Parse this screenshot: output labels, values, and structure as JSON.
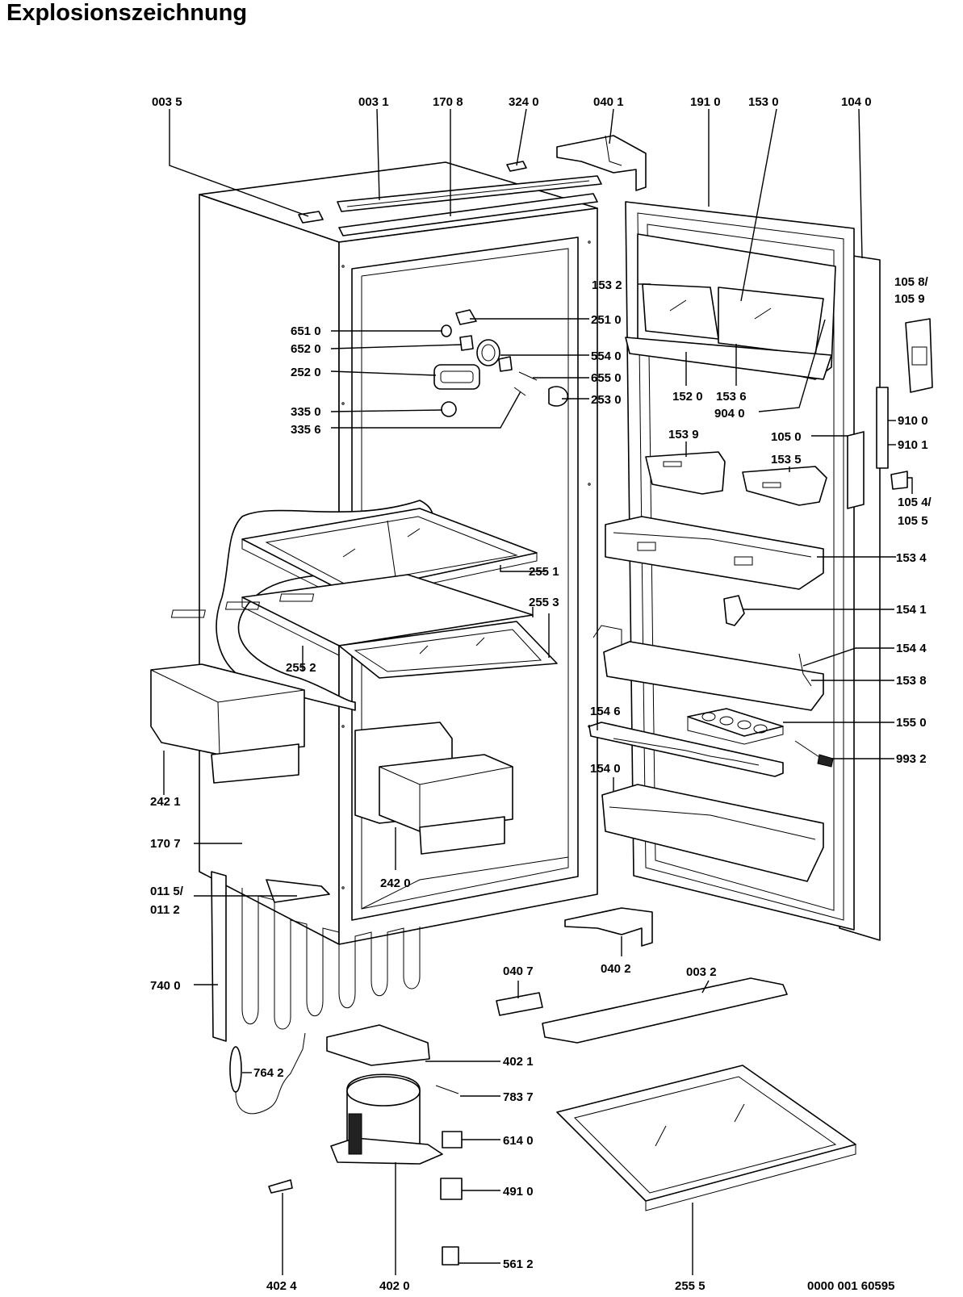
{
  "title": "Explosionszeichnung",
  "document_id": "0000 001 60595",
  "callouts": [
    {
      "id": "0035",
      "text": "003 5"
    },
    {
      "id": "0031",
      "text": "003 1"
    },
    {
      "id": "1708",
      "text": "170 8"
    },
    {
      "id": "3240",
      "text": "324 0"
    },
    {
      "id": "0401",
      "text": "040 1"
    },
    {
      "id": "1910",
      "text": "191 0"
    },
    {
      "id": "1530",
      "text": "153 0"
    },
    {
      "id": "1040",
      "text": "104 0"
    },
    {
      "id": "1058",
      "text": "105 8/"
    },
    {
      "id": "1059",
      "text": "105 9"
    },
    {
      "id": "1532",
      "text": "153 2"
    },
    {
      "id": "2510",
      "text": "251 0"
    },
    {
      "id": "6510",
      "text": "651 0"
    },
    {
      "id": "6520",
      "text": "652 0"
    },
    {
      "id": "5540",
      "text": "554 0"
    },
    {
      "id": "2520",
      "text": "252 0"
    },
    {
      "id": "6550",
      "text": "655 0"
    },
    {
      "id": "2530",
      "text": "253 0"
    },
    {
      "id": "1520",
      "text": "152 0"
    },
    {
      "id": "1536",
      "text": "153 6"
    },
    {
      "id": "9040",
      "text": "904 0"
    },
    {
      "id": "3350",
      "text": "335 0"
    },
    {
      "id": "3356",
      "text": "335 6"
    },
    {
      "id": "9100",
      "text": "910 0"
    },
    {
      "id": "1539",
      "text": "153 9"
    },
    {
      "id": "1050",
      "text": "105 0"
    },
    {
      "id": "9101",
      "text": "910 1"
    },
    {
      "id": "1535",
      "text": "153 5"
    },
    {
      "id": "1054",
      "text": "105 4/"
    },
    {
      "id": "1055",
      "text": "105 5"
    },
    {
      "id": "1534",
      "text": "153 4"
    },
    {
      "id": "2551",
      "text": "255 1"
    },
    {
      "id": "2553",
      "text": "255 3"
    },
    {
      "id": "1541",
      "text": "154 1"
    },
    {
      "id": "2552",
      "text": "255 2"
    },
    {
      "id": "1544",
      "text": "154 4"
    },
    {
      "id": "1538",
      "text": "153 8"
    },
    {
      "id": "1546",
      "text": "154 6"
    },
    {
      "id": "1550",
      "text": "155 0"
    },
    {
      "id": "9932",
      "text": "993 2"
    },
    {
      "id": "1540",
      "text": "154 0"
    },
    {
      "id": "2421",
      "text": "242 1"
    },
    {
      "id": "1707",
      "text": "170 7"
    },
    {
      "id": "2420",
      "text": "242 0"
    },
    {
      "id": "0115",
      "text": "011 5/"
    },
    {
      "id": "0112",
      "text": "011 2"
    },
    {
      "id": "0407",
      "text": "040 7"
    },
    {
      "id": "0402",
      "text": "040 2"
    },
    {
      "id": "0032",
      "text": "003 2"
    },
    {
      "id": "7400",
      "text": "740 0"
    },
    {
      "id": "4021",
      "text": "402 1"
    },
    {
      "id": "7642",
      "text": "764 2"
    },
    {
      "id": "7837",
      "text": "783 7"
    },
    {
      "id": "6140",
      "text": "614 0"
    },
    {
      "id": "4910",
      "text": "491 0"
    },
    {
      "id": "4024",
      "text": "402 4"
    },
    {
      "id": "4020",
      "text": "402 0"
    },
    {
      "id": "5612",
      "text": "561 2"
    },
    {
      "id": "2555",
      "text": "255 5"
    }
  ]
}
